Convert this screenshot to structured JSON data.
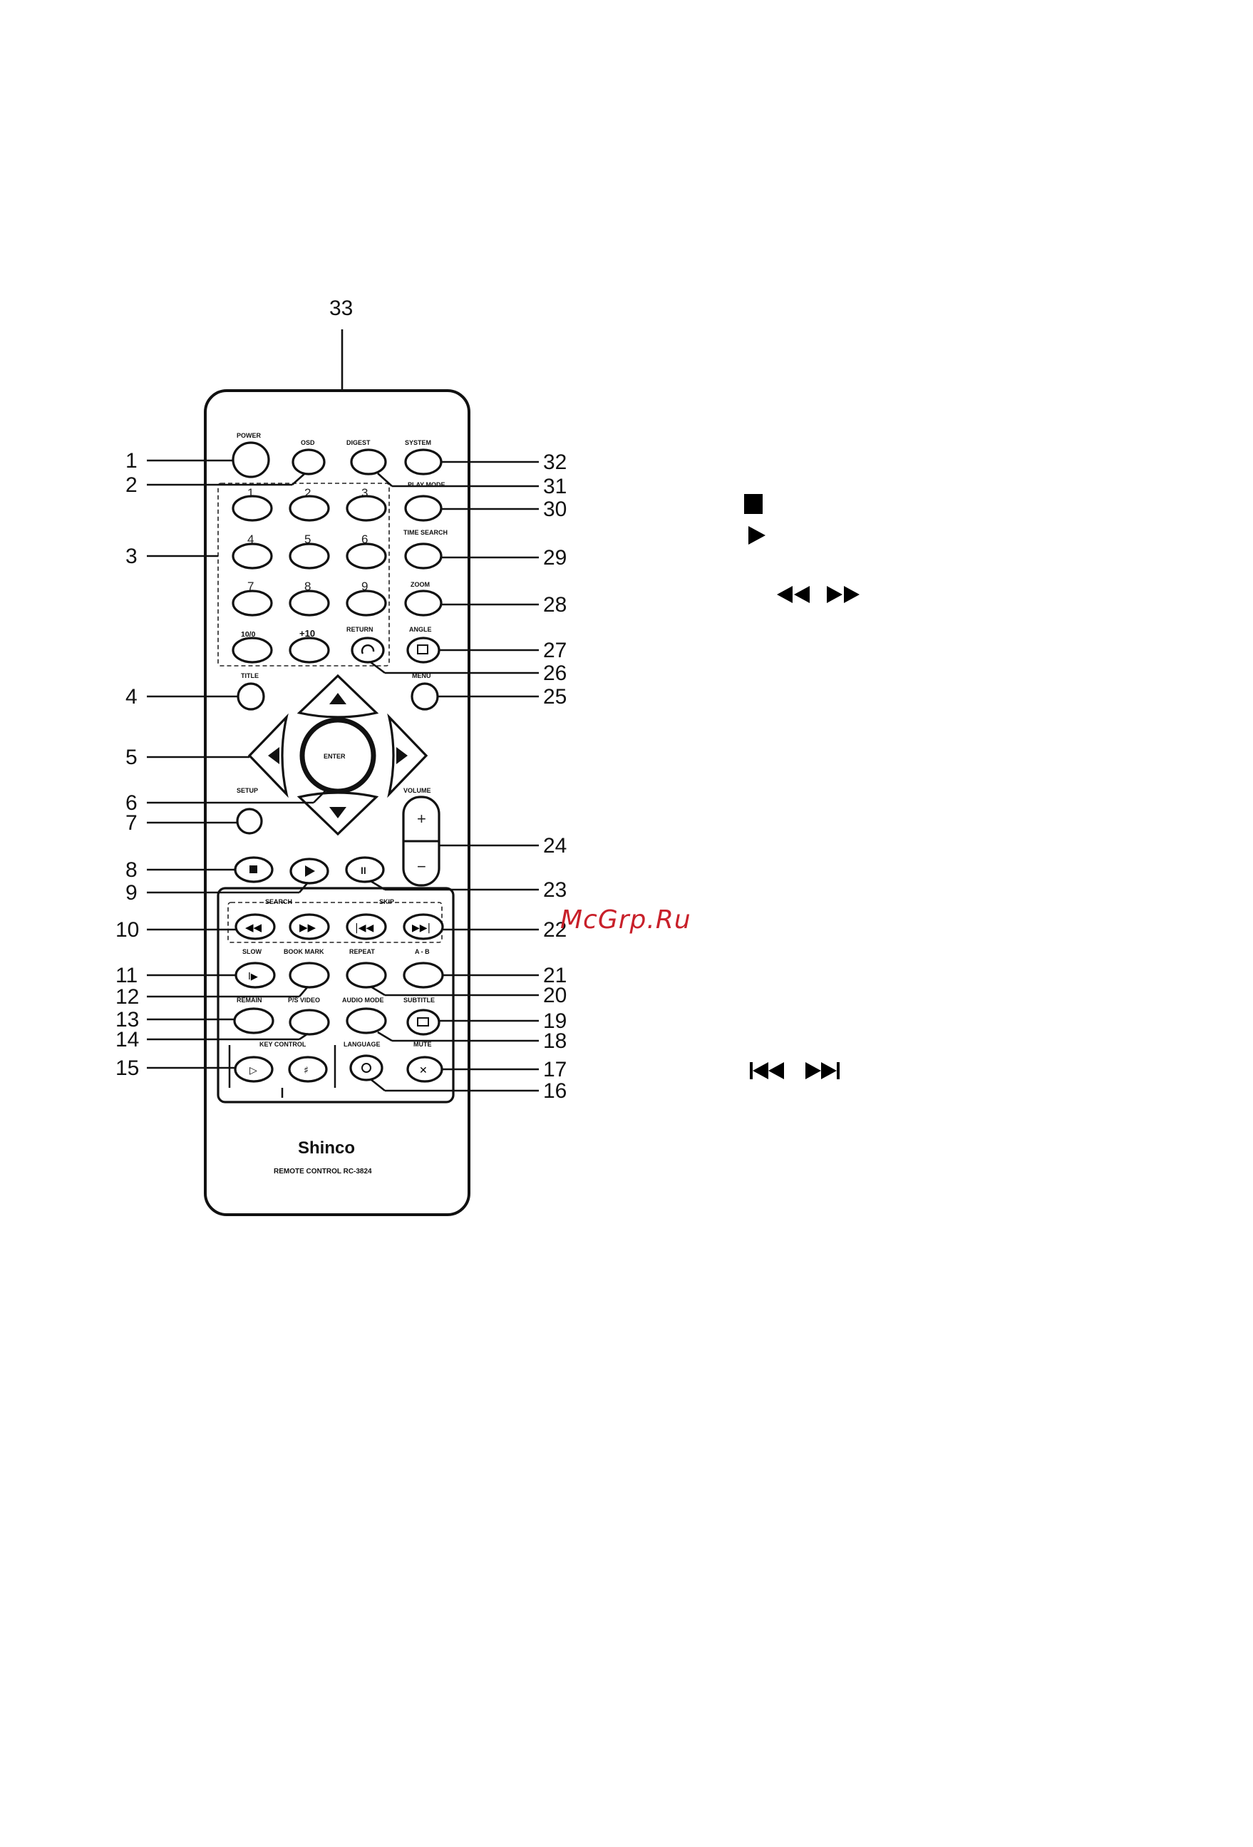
{
  "remote": {
    "brand": "Shinco",
    "model": "REMOTE CONTROL RC-3824"
  },
  "buttons": {
    "power": "POWER",
    "osd": "OSD",
    "digest": "DIGEST",
    "system": "SYSTEM",
    "play_mode": "PLAY MODE",
    "time_search": "TIME SEARCH",
    "zoom": "ZOOM",
    "angle": "ANGLE",
    "return": "RETURN",
    "title": "TITLE",
    "menu": "MENU",
    "enter": "ENTER",
    "setup": "SETUP",
    "volume": "VOLUME",
    "volume_plus": "+",
    "volume_minus": "−",
    "search": "SEARCH",
    "skip": "SKIP",
    "slow": "SLOW",
    "bookmark": "BOOK MARK",
    "repeat": "REPEAT",
    "ab": "A - B",
    "remain": "REMAIN",
    "pvideo": "P/S VIDEO",
    "audio_mode": "AUDIO MODE",
    "subtitle": "SUBTITLE",
    "key_control": "KEY CONTROL",
    "language": "LANGUAGE",
    "mute": "MUTE",
    "ten_zero": "10/0",
    "plus_ten": "+10",
    "digits": [
      "1",
      "2",
      "3",
      "4",
      "5",
      "6",
      "7",
      "8",
      "9"
    ]
  },
  "callouts": [
    "1",
    "2",
    "3",
    "4",
    "5",
    "6",
    "7",
    "8",
    "9",
    "10",
    "11",
    "12",
    "13",
    "14",
    "15",
    "16",
    "17",
    "18",
    "19",
    "20",
    "21",
    "22",
    "23",
    "24",
    "25",
    "26",
    "27",
    "28",
    "29",
    "30",
    "31",
    "32",
    "33"
  ],
  "watermark": "McGrp.Ru",
  "icons": [
    "stop-icon",
    "play-icon",
    "rewind-icon",
    "fast-forward-icon",
    "skip-prev-icon",
    "skip-next-icon"
  ]
}
